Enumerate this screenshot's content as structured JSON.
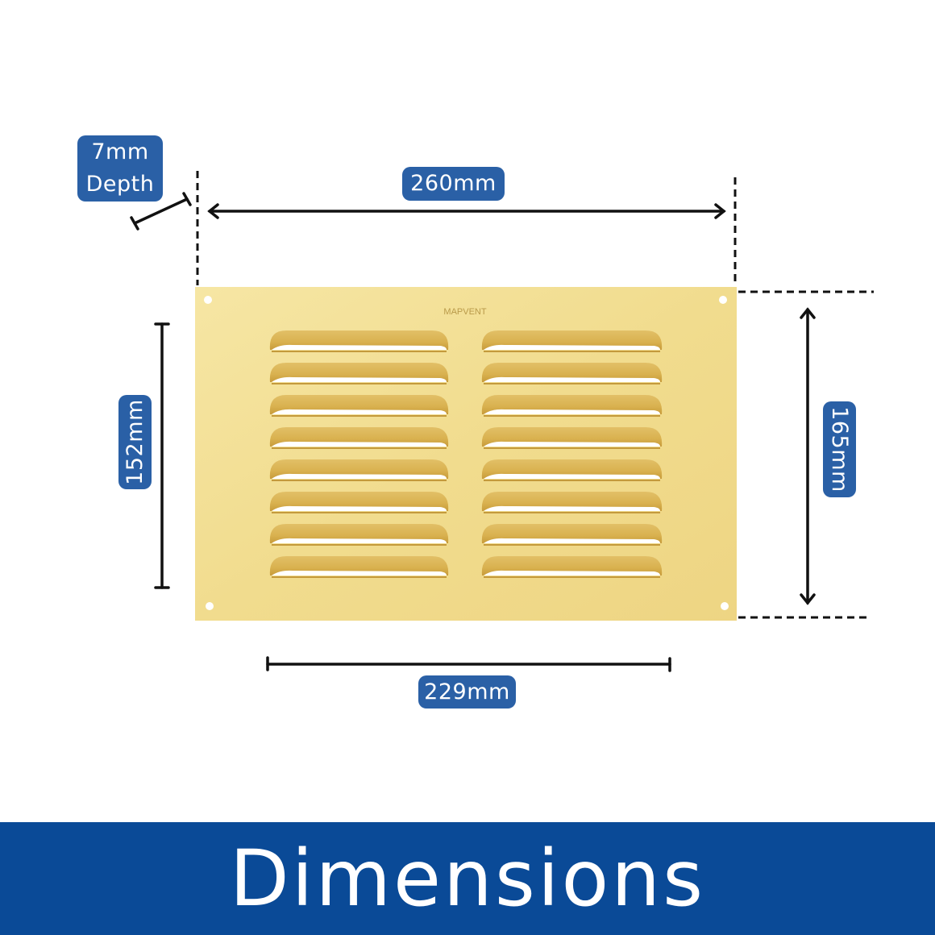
{
  "product": {
    "brand_mark": "MAPVENT",
    "louvre_rows": 8,
    "louvre_columns": 2
  },
  "dimensions": {
    "depth_value": "7mm",
    "depth_label": "Depth",
    "overall_width": "260mm",
    "louvre_width": "229mm",
    "louvre_height": "152mm",
    "overall_height": "165mm"
  },
  "banner": {
    "title": "Dimensions"
  },
  "colors": {
    "label_bg": "#2a60a6",
    "banner_bg": "#0a4a97",
    "plate": "#f3df93",
    "line": "#111111"
  }
}
